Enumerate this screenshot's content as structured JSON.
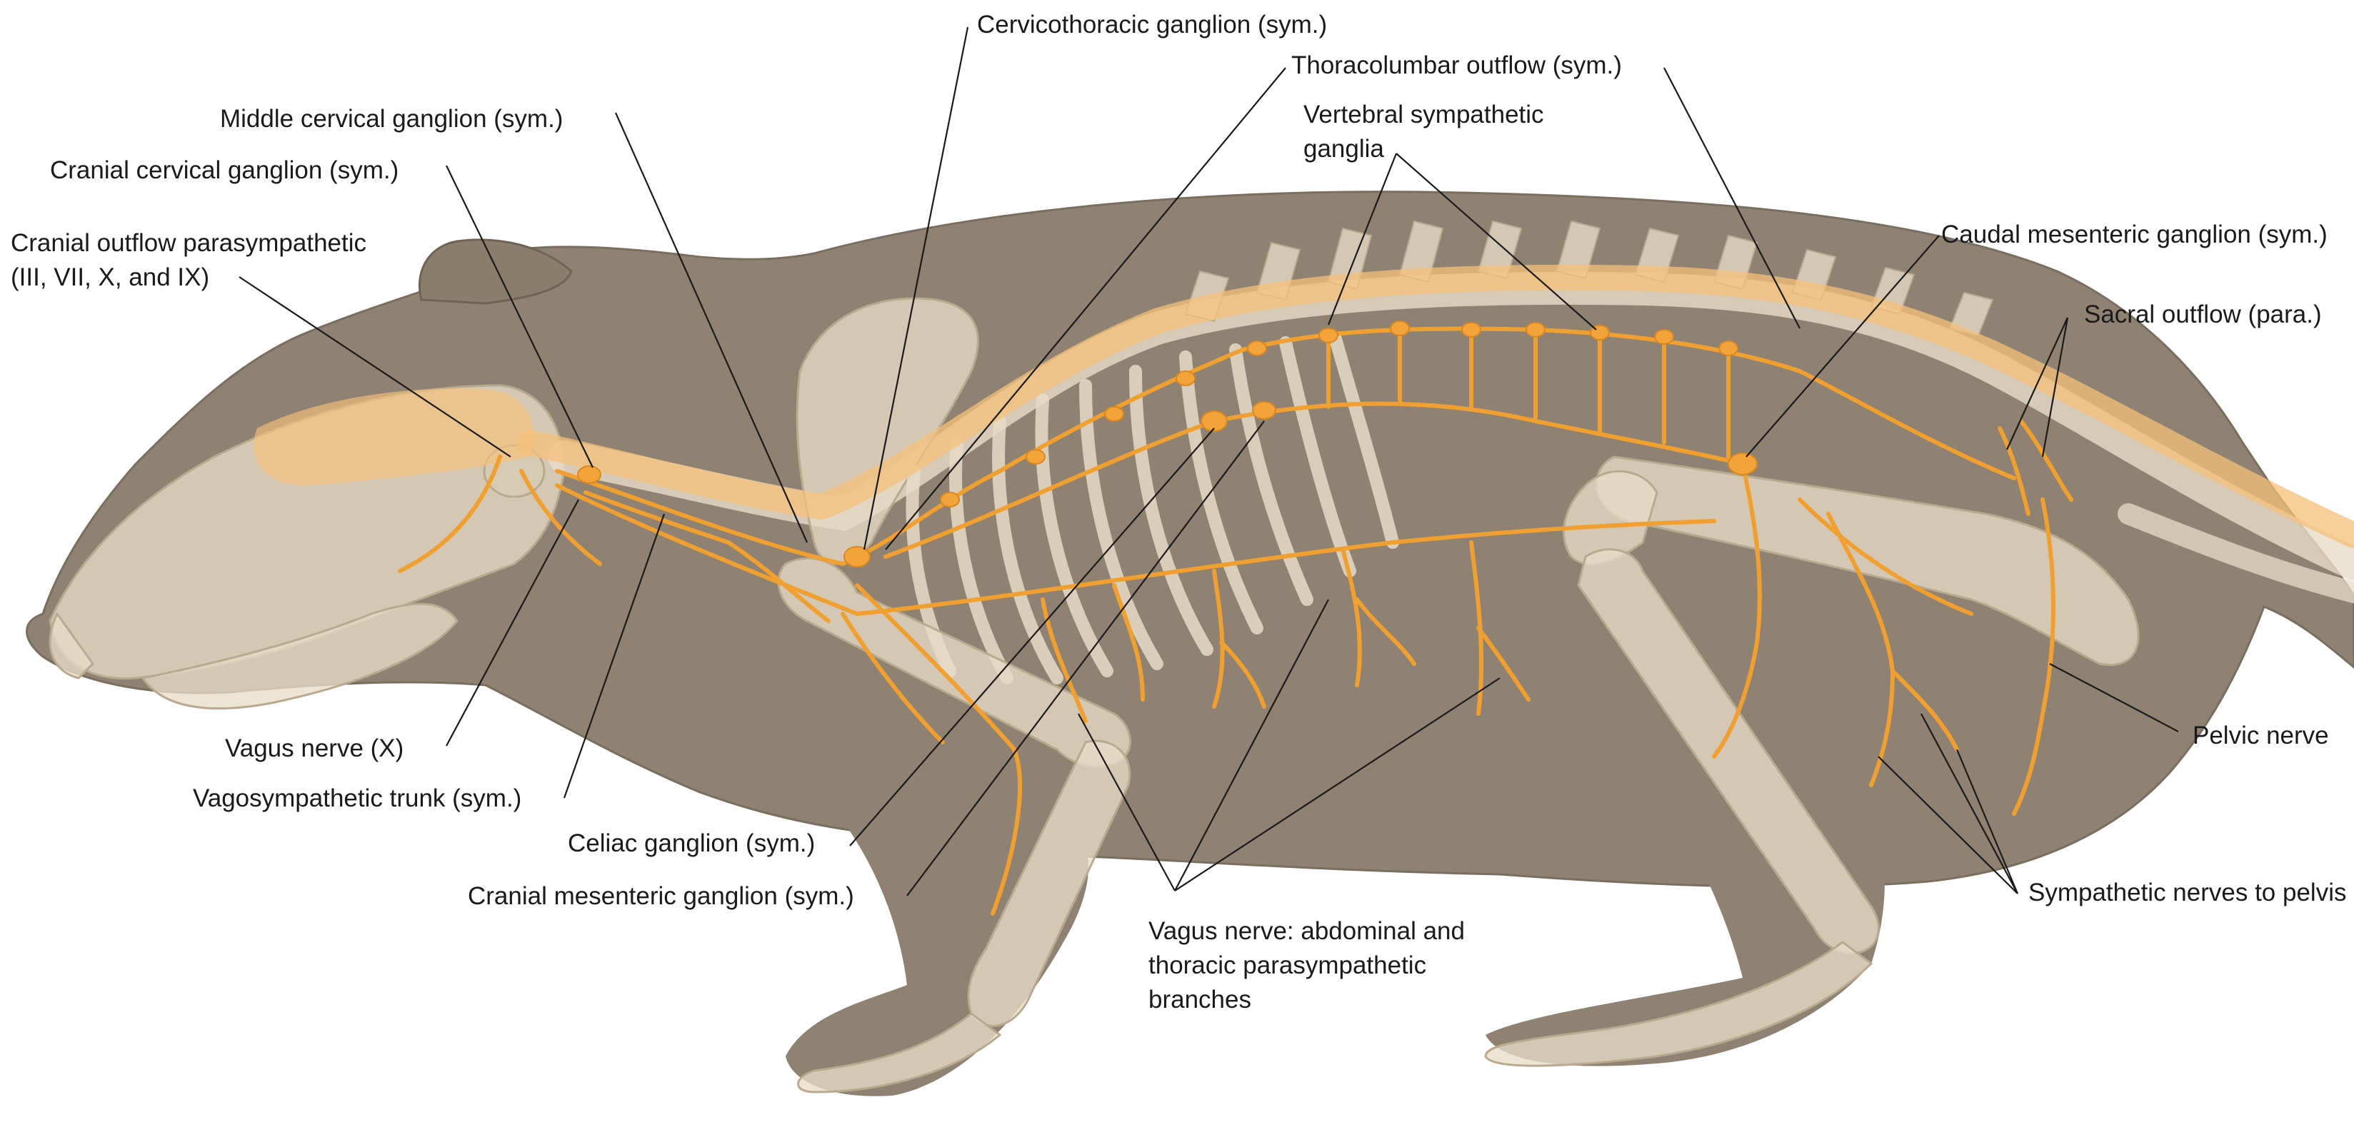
{
  "diagram": {
    "colors": {
      "background": "#ffffff",
      "body_fill": "#8f8272",
      "bone_fill": "#e8dcc8",
      "nerve": "#f0a030",
      "ganglion": "#f2a33a",
      "leader_line": "#1a1a1a"
    },
    "labels": {
      "cervicothoracic_ganglion": "Cervicothoracic ganglion (sym.)",
      "thoracolumbar_outflow": "Thoracolumbar outflow (sym.)",
      "middle_cervical_ganglion": "Middle cervical ganglion (sym.)",
      "vertebral_sympathetic_ganglia_line1": "Vertebral sympathetic",
      "vertebral_sympathetic_ganglia_line2": "ganglia",
      "cranial_cervical_ganglion": "Cranial cervical ganglion (sym.)",
      "caudal_mesenteric_ganglion": "Caudal mesenteric ganglion (sym.)",
      "cranial_outflow_line1": "Cranial outflow parasympathetic",
      "cranial_outflow_line2": "(III, VII, X, and IX)",
      "sacral_outflow": "Sacral outflow (para.)",
      "vagus_nerve": "Vagus nerve (X)",
      "pelvic_nerve": "Pelvic nerve",
      "vagosympathetic_trunk": "Vagosympathetic trunk (sym.)",
      "celiac_ganglion": "Celiac ganglion (sym.)",
      "cranial_mesenteric_ganglion": "Cranial mesenteric ganglion (sym.)",
      "sympathetic_nerves_pelvis": "Sympathetic nerves to pelvis",
      "vagus_branches_line1": "Vagus nerve: abdominal and",
      "vagus_branches_line2": "thoracic parasympathetic",
      "vagus_branches_line3": "branches"
    }
  }
}
